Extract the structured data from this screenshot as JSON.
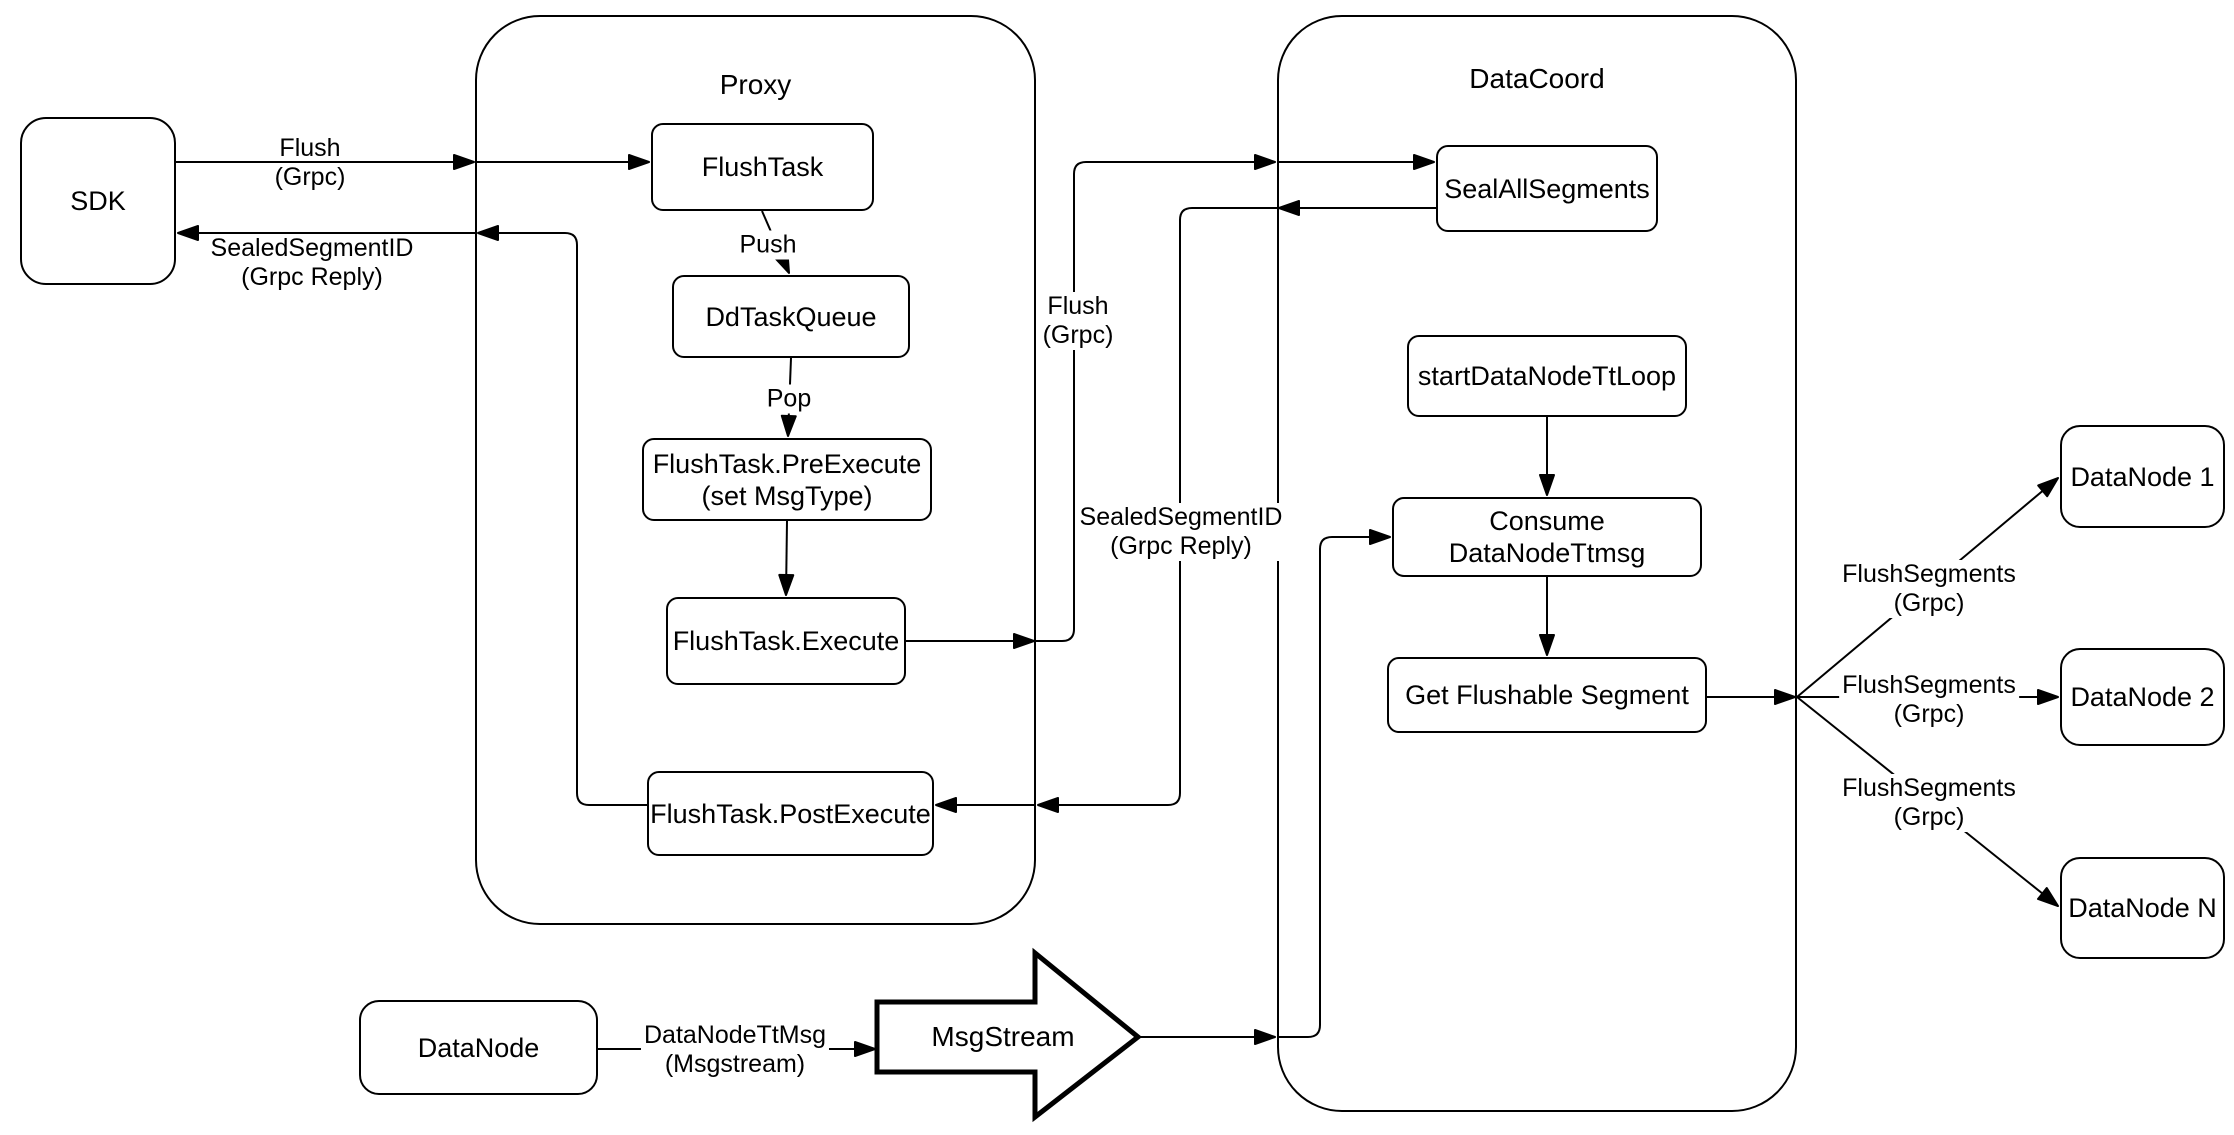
{
  "containers": {
    "proxy": {
      "title": "Proxy"
    },
    "datacoord": {
      "title": "DataCoord"
    }
  },
  "nodes": {
    "sdk": {
      "label": "SDK"
    },
    "flush_task": {
      "label": "FlushTask"
    },
    "dd_task_queue": {
      "label": "DdTaskQueue"
    },
    "flush_task_pre_execute": {
      "line1": "FlushTask.PreExecute",
      "line2": "(set MsgType)"
    },
    "flush_task_execute": {
      "label": "FlushTask.Execute"
    },
    "flush_task_post_execute": {
      "label": "FlushTask.PostExecute"
    },
    "seal_all_segments": {
      "label": "SealAllSegments"
    },
    "start_data_node_tt_loop": {
      "label": "startDataNodeTtLoop"
    },
    "consume_data_node_ttmsg": {
      "label": "Consume DataNodeTtmsg"
    },
    "get_flushable_segment": {
      "label": "Get Flushable Segment"
    },
    "data_node_1": {
      "label": "DataNode 1"
    },
    "data_node_2": {
      "label": "DataNode 2"
    },
    "data_node_n": {
      "label": "DataNode N"
    },
    "data_node": {
      "label": "DataNode"
    },
    "msg_stream": {
      "label": "MsgStream"
    }
  },
  "edge_labels": {
    "flush_grpc_sdk": {
      "line1": "Flush",
      "line2": "(Grpc)"
    },
    "sealed_segment_id_sdk": {
      "line1": "SealedSegmentID",
      "line2": "(Grpc Reply)"
    },
    "push": {
      "line1": "Push"
    },
    "pop": {
      "line1": "Pop"
    },
    "flush_grpc_mid": {
      "line1": "Flush",
      "line2": "(Grpc)"
    },
    "sealed_segment_id_mid": {
      "line1": "SealedSegmentID",
      "line2": "(Grpc Reply)"
    },
    "flush_segments_1": {
      "line1": "FlushSegments",
      "line2": "(Grpc)"
    },
    "flush_segments_2": {
      "line1": "FlushSegments",
      "line2": "(Grpc)"
    },
    "flush_segments_3": {
      "line1": "FlushSegments",
      "line2": "(Grpc)"
    },
    "data_node_tt_msg": {
      "line1": "DataNodeTtMsg",
      "line2": "(Msgstream)"
    }
  },
  "colors": {
    "stroke": "#000000",
    "fill": "#ffffff"
  }
}
